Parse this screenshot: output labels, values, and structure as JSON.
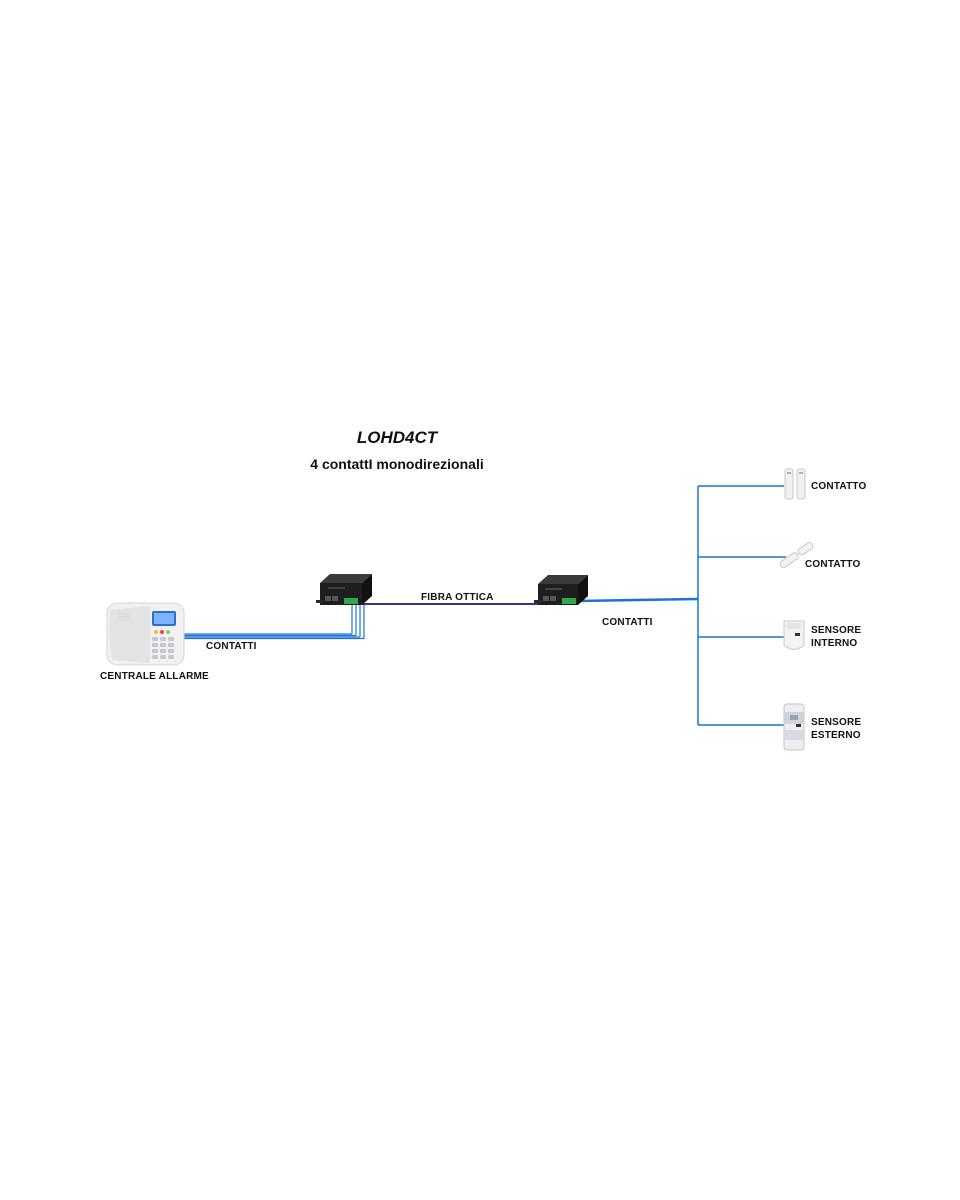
{
  "title": "LOHD4CT",
  "subtitle": "4 contattI monodirezionali",
  "labels": {
    "centrale": "CENTRALE ALLARME",
    "contatti_left": "CONTATTI",
    "fibra": "FIBRA OTTICA",
    "contatti_right": "CONTATTI",
    "contatto_1": "CONTATTO",
    "contatto_2": "CONTATTO",
    "sensore_interno_1": "SENSORE",
    "sensore_interno_2": "INTERNO",
    "sensore_esterno_1": "SENSORE",
    "sensore_esterno_2": "ESTERNO"
  },
  "colors": {
    "wire": "#1a73d9",
    "fiber": "#3a2f8a",
    "device_body": "#1e1e1e",
    "terminal": "#2fa84f"
  }
}
